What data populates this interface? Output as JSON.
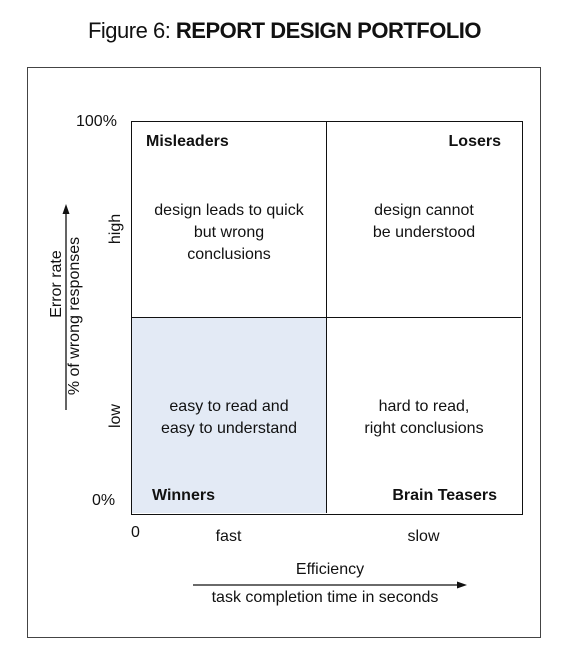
{
  "title": {
    "prefix": "Figure 6: ",
    "main": "REPORT DESIGN PORTFOLIO"
  },
  "quadrants": {
    "top_left": {
      "title": "Misleaders",
      "description": "design leads to quick\nbut wrong\nconclusions"
    },
    "top_right": {
      "title": "Losers",
      "description": "design cannot\nbe understood"
    },
    "bottom_left": {
      "title": "Winners",
      "description": "easy to read and\neasy to understand",
      "fill": "#e3eaf5"
    },
    "bottom_right": {
      "title": "Brain Teasers",
      "description": "hard to read,\nright conclusions"
    }
  },
  "y_axis": {
    "label": "Error rate",
    "sublabel": "% of wrong responses",
    "ticks": {
      "top": "100%",
      "bottom": "0%"
    },
    "levels": {
      "high": "high",
      "low": "low"
    }
  },
  "x_axis": {
    "label": "Efficiency",
    "sublabel": "task completion time in seconds",
    "origin": "0",
    "levels": {
      "fast": "fast",
      "slow": "slow"
    }
  }
}
